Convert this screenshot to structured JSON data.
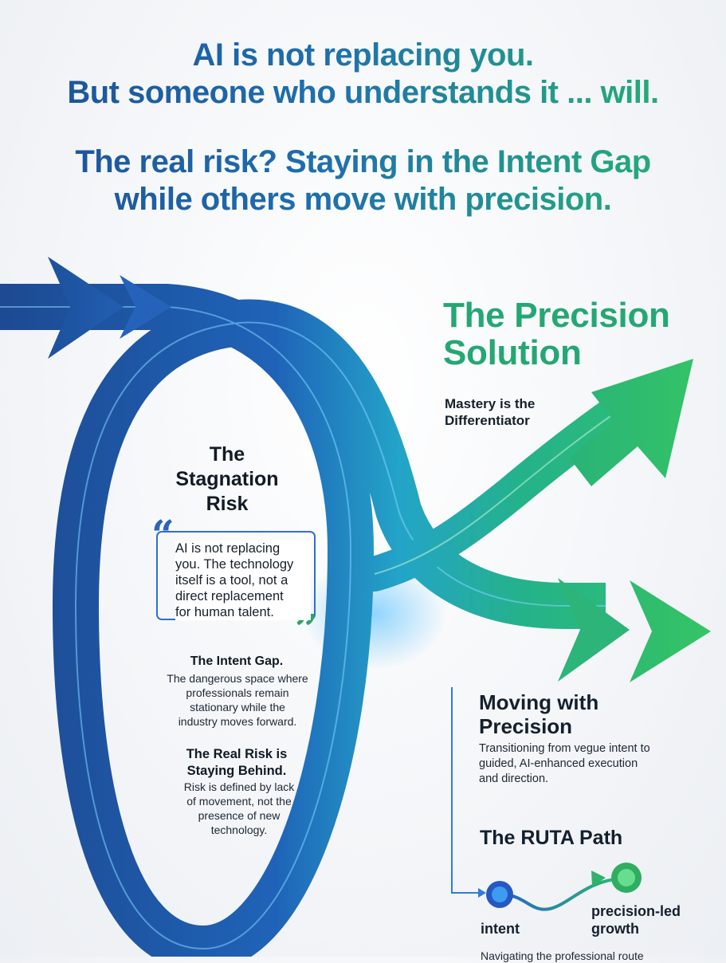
{
  "headline": {
    "line1": "AI is not replacing you.",
    "line2": "But someone who understands it ... will.",
    "line3": "The real risk? Staying in the Intent Gap",
    "line4": "while others move with precision."
  },
  "precision": {
    "title_line1": "The Precision",
    "title_line2": "Solution",
    "subtitle_line1": "Mastery is the",
    "subtitle_line2": "Differentiator"
  },
  "stagnation": {
    "title_line1": "The",
    "title_line2": "Stagnation",
    "title_line3": "Risk",
    "quote_line1": "AI is not replacing",
    "quote_line2": "you. The technology",
    "quote_line3": "itself is a tool, not a",
    "quote_line4": "direct replacement",
    "quote_line5": "for human talent.",
    "intent_gap_title": "The Intent Gap.",
    "intent_gap_line1": "The dangerous space where",
    "intent_gap_line2": "professionals remain",
    "intent_gap_line3": "stationary while the",
    "intent_gap_line4": "industry moves forward.",
    "real_risk_title_line1": "The Real Risk is",
    "real_risk_title_line2": "Staying Behind.",
    "real_risk_line1": "Risk is defined by lack",
    "real_risk_line2": "of movement, not the",
    "real_risk_line3": "presence of new",
    "real_risk_line4": "technology."
  },
  "moving": {
    "title_line1": "Moving with",
    "title_line2": "Precision",
    "text_line1": "Transitioning from vegue intent to",
    "text_line2": "guided, AI-enhanced execution",
    "text_line3": "and direction."
  },
  "ruta": {
    "title": "The RUTA Path",
    "intent_label": "intent",
    "growth_label_line1": "precision-led",
    "growth_label_line2": "growth",
    "nav_text": "Navigating the professional route"
  },
  "colors": {
    "deep_blue": "#1b4f9c",
    "bright_blue": "#2f8fe0",
    "teal": "#22a58a",
    "green": "#2fbf6a"
  },
  "icons": [
    "quote-open-icon",
    "quote-close-icon",
    "arrow-icon",
    "intent-node-icon",
    "growth-node-icon"
  ]
}
